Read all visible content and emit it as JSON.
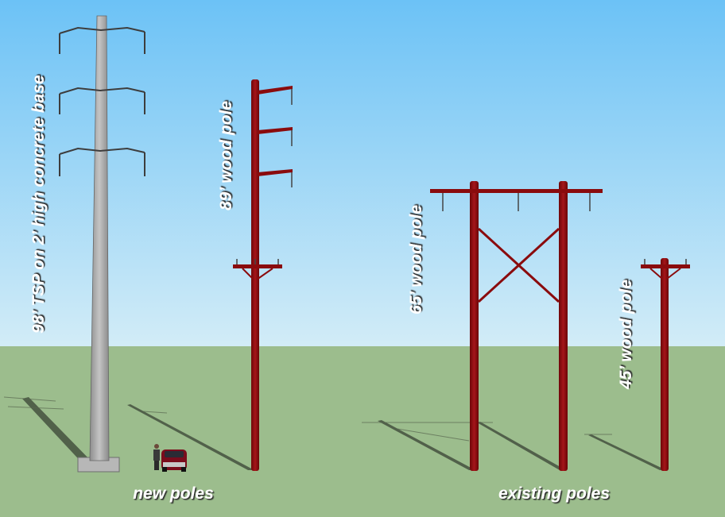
{
  "labels": {
    "tsp": "98’ TSP on 2’ high concrete base",
    "wood89": "89’ wood pole",
    "wood65": "65’ wood pole",
    "wood45": "45’ wood pole"
  },
  "groups": {
    "new": "new poles",
    "existing": "existing poles"
  },
  "colors": {
    "sky_top": "#6cc2f6",
    "sky_horizon": "#d2ecf7",
    "ground": "#9cbd8d",
    "wood_pole": "#8a0b0d",
    "steel_pole": "#a9a9a9"
  }
}
